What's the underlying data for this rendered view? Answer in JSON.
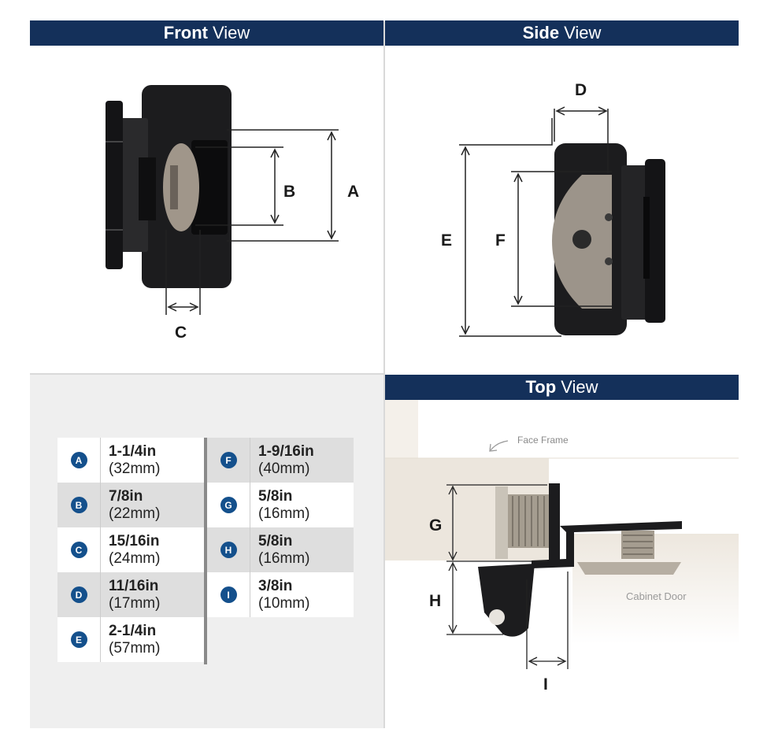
{
  "front_view": {
    "title_bold": "Front",
    "title_rest": "View"
  },
  "side_view": {
    "title_bold": "Side",
    "title_rest": "View"
  },
  "top_view": {
    "title_bold": "Top",
    "title_rest": "View",
    "face_frame": "Face Frame",
    "cabinet_door": "Cabinet Door"
  },
  "labels": {
    "a": "A",
    "b": "B",
    "c": "C",
    "d": "D",
    "e": "E",
    "f": "F",
    "g": "G",
    "h": "H",
    "i": "I"
  },
  "specs_left": [
    {
      "key": "A",
      "inch": "1-1/4in",
      "mm": "(32mm)"
    },
    {
      "key": "B",
      "inch": "7/8in",
      "mm": "(22mm)"
    },
    {
      "key": "C",
      "inch": "15/16in",
      "mm": "(24mm)"
    },
    {
      "key": "D",
      "inch": "11/16in",
      "mm": "(17mm)"
    },
    {
      "key": "E",
      "inch": "2-1/4in",
      "mm": "(57mm)"
    }
  ],
  "specs_right": [
    {
      "key": "F",
      "inch": "1-9/16in",
      "mm": "(40mm)"
    },
    {
      "key": "G",
      "inch": "5/8in",
      "mm": "(16mm)"
    },
    {
      "key": "H",
      "inch": "5/8in",
      "mm": "(16mm)"
    },
    {
      "key": "I",
      "inch": "3/8in",
      "mm": "(10mm)"
    }
  ],
  "colors": {
    "header": "#14305a",
    "badge": "#14508c",
    "hinge": "#1c1c1e",
    "steel": "#9c948a"
  }
}
